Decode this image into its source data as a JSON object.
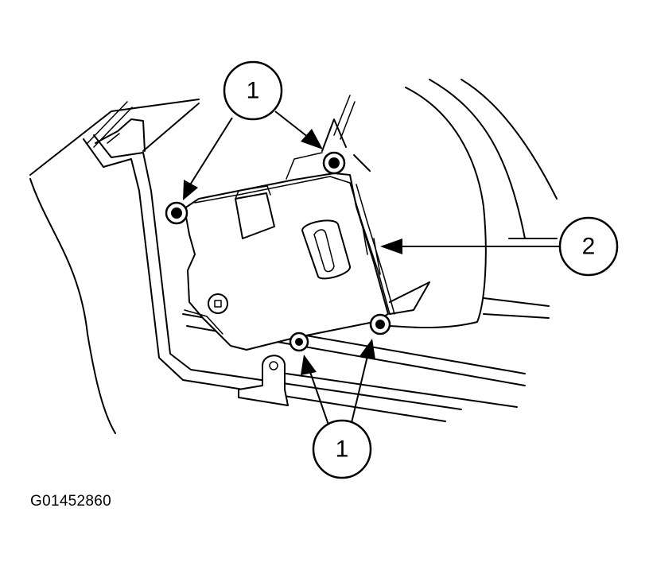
{
  "callouts": [
    {
      "id": "top",
      "label": "1"
    },
    {
      "id": "right",
      "label": "2"
    },
    {
      "id": "bottom",
      "label": "1"
    }
  ],
  "figure_id": "G01452860"
}
